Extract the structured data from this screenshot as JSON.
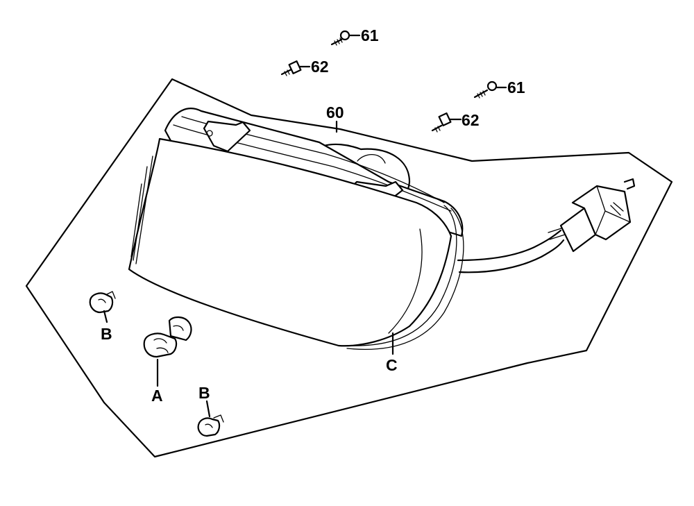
{
  "diagram": {
    "callouts": {
      "top_screw_61": "61",
      "top_bolt_62": "62",
      "right_screw_61": "61",
      "right_bolt_62": "62",
      "assembly_60": "60",
      "bulb_a": "A",
      "bulb_b_upper": "B",
      "bulb_b_lower": "B",
      "lens_c": "C"
    }
  }
}
